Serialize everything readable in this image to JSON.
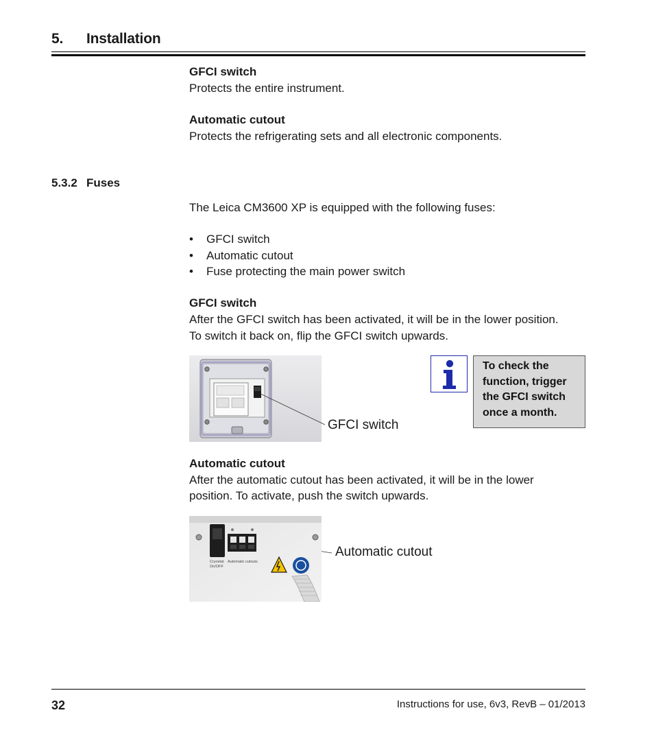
{
  "header": {
    "chapter_number": "5.",
    "chapter_title": "Installation"
  },
  "intro": {
    "gfci_heading": "GFCI switch",
    "gfci_text": "Protects the entire instrument.",
    "cutout_heading": "Automatic cutout",
    "cutout_text": "Protects the refrigerating sets and all electronic components."
  },
  "section": {
    "number": "5.3.2",
    "title": "Fuses",
    "lead": "The Leica CM3600 XP is equipped with the following fuses:",
    "bullets": [
      "GFCI switch",
      "Automatic cutout",
      "Fuse protecting the main power switch"
    ]
  },
  "gfci": {
    "heading": "GFCI switch",
    "line1": "After the GFCI switch has been activated, it will be in the lower position.",
    "line2": "To switch it back on, flip the GFCI switch upwards.",
    "callout": "GFCI switch"
  },
  "note": {
    "icon": "info-icon",
    "line1": "To check the",
    "line2": "function, trigger",
    "line3": "the GFCI switch",
    "line4": "once a month."
  },
  "cutout": {
    "heading": "Automatic cutout",
    "line1": "After the automatic cutout has been activated, it will be in the lower",
    "line2": "position. To activate, push the switch upwards.",
    "callout": "Automatic cutout",
    "photo_label_left": "Cryostat\nOn/OFF",
    "photo_label_right": "Automatic cutouts"
  },
  "footer": {
    "page_number": "32",
    "text": "Instructions for use, 6v3, RevB – 01/2013"
  },
  "colors": {
    "info_blue": "#1e2ba8",
    "note_bg": "#d8d8d8",
    "warning_yellow": "#f5c400",
    "mandatory_blue": "#1a4fa0"
  }
}
